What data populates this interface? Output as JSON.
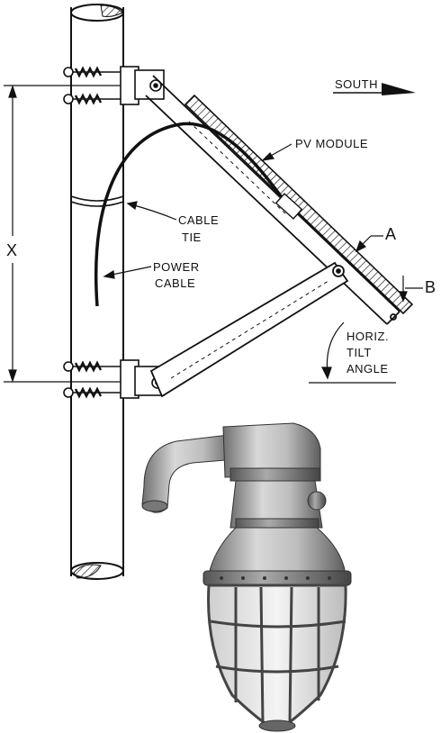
{
  "labels": {
    "south": "SOUTH",
    "pv_module": "PV MODULE",
    "cable_tie_1": "CABLE",
    "cable_tie_2": "TIE",
    "power_cable_1": "POWER",
    "power_cable_2": "CABLE",
    "dim_x": "X",
    "dim_a": "A",
    "dim_b": "B",
    "tilt_1": "HORIZ.",
    "tilt_2": "TILT",
    "tilt_3": "ANGLE"
  },
  "icons": [
    "south-arrow-icon",
    "pole-mount-diagram",
    "explosion-proof-lamp-photo"
  ]
}
